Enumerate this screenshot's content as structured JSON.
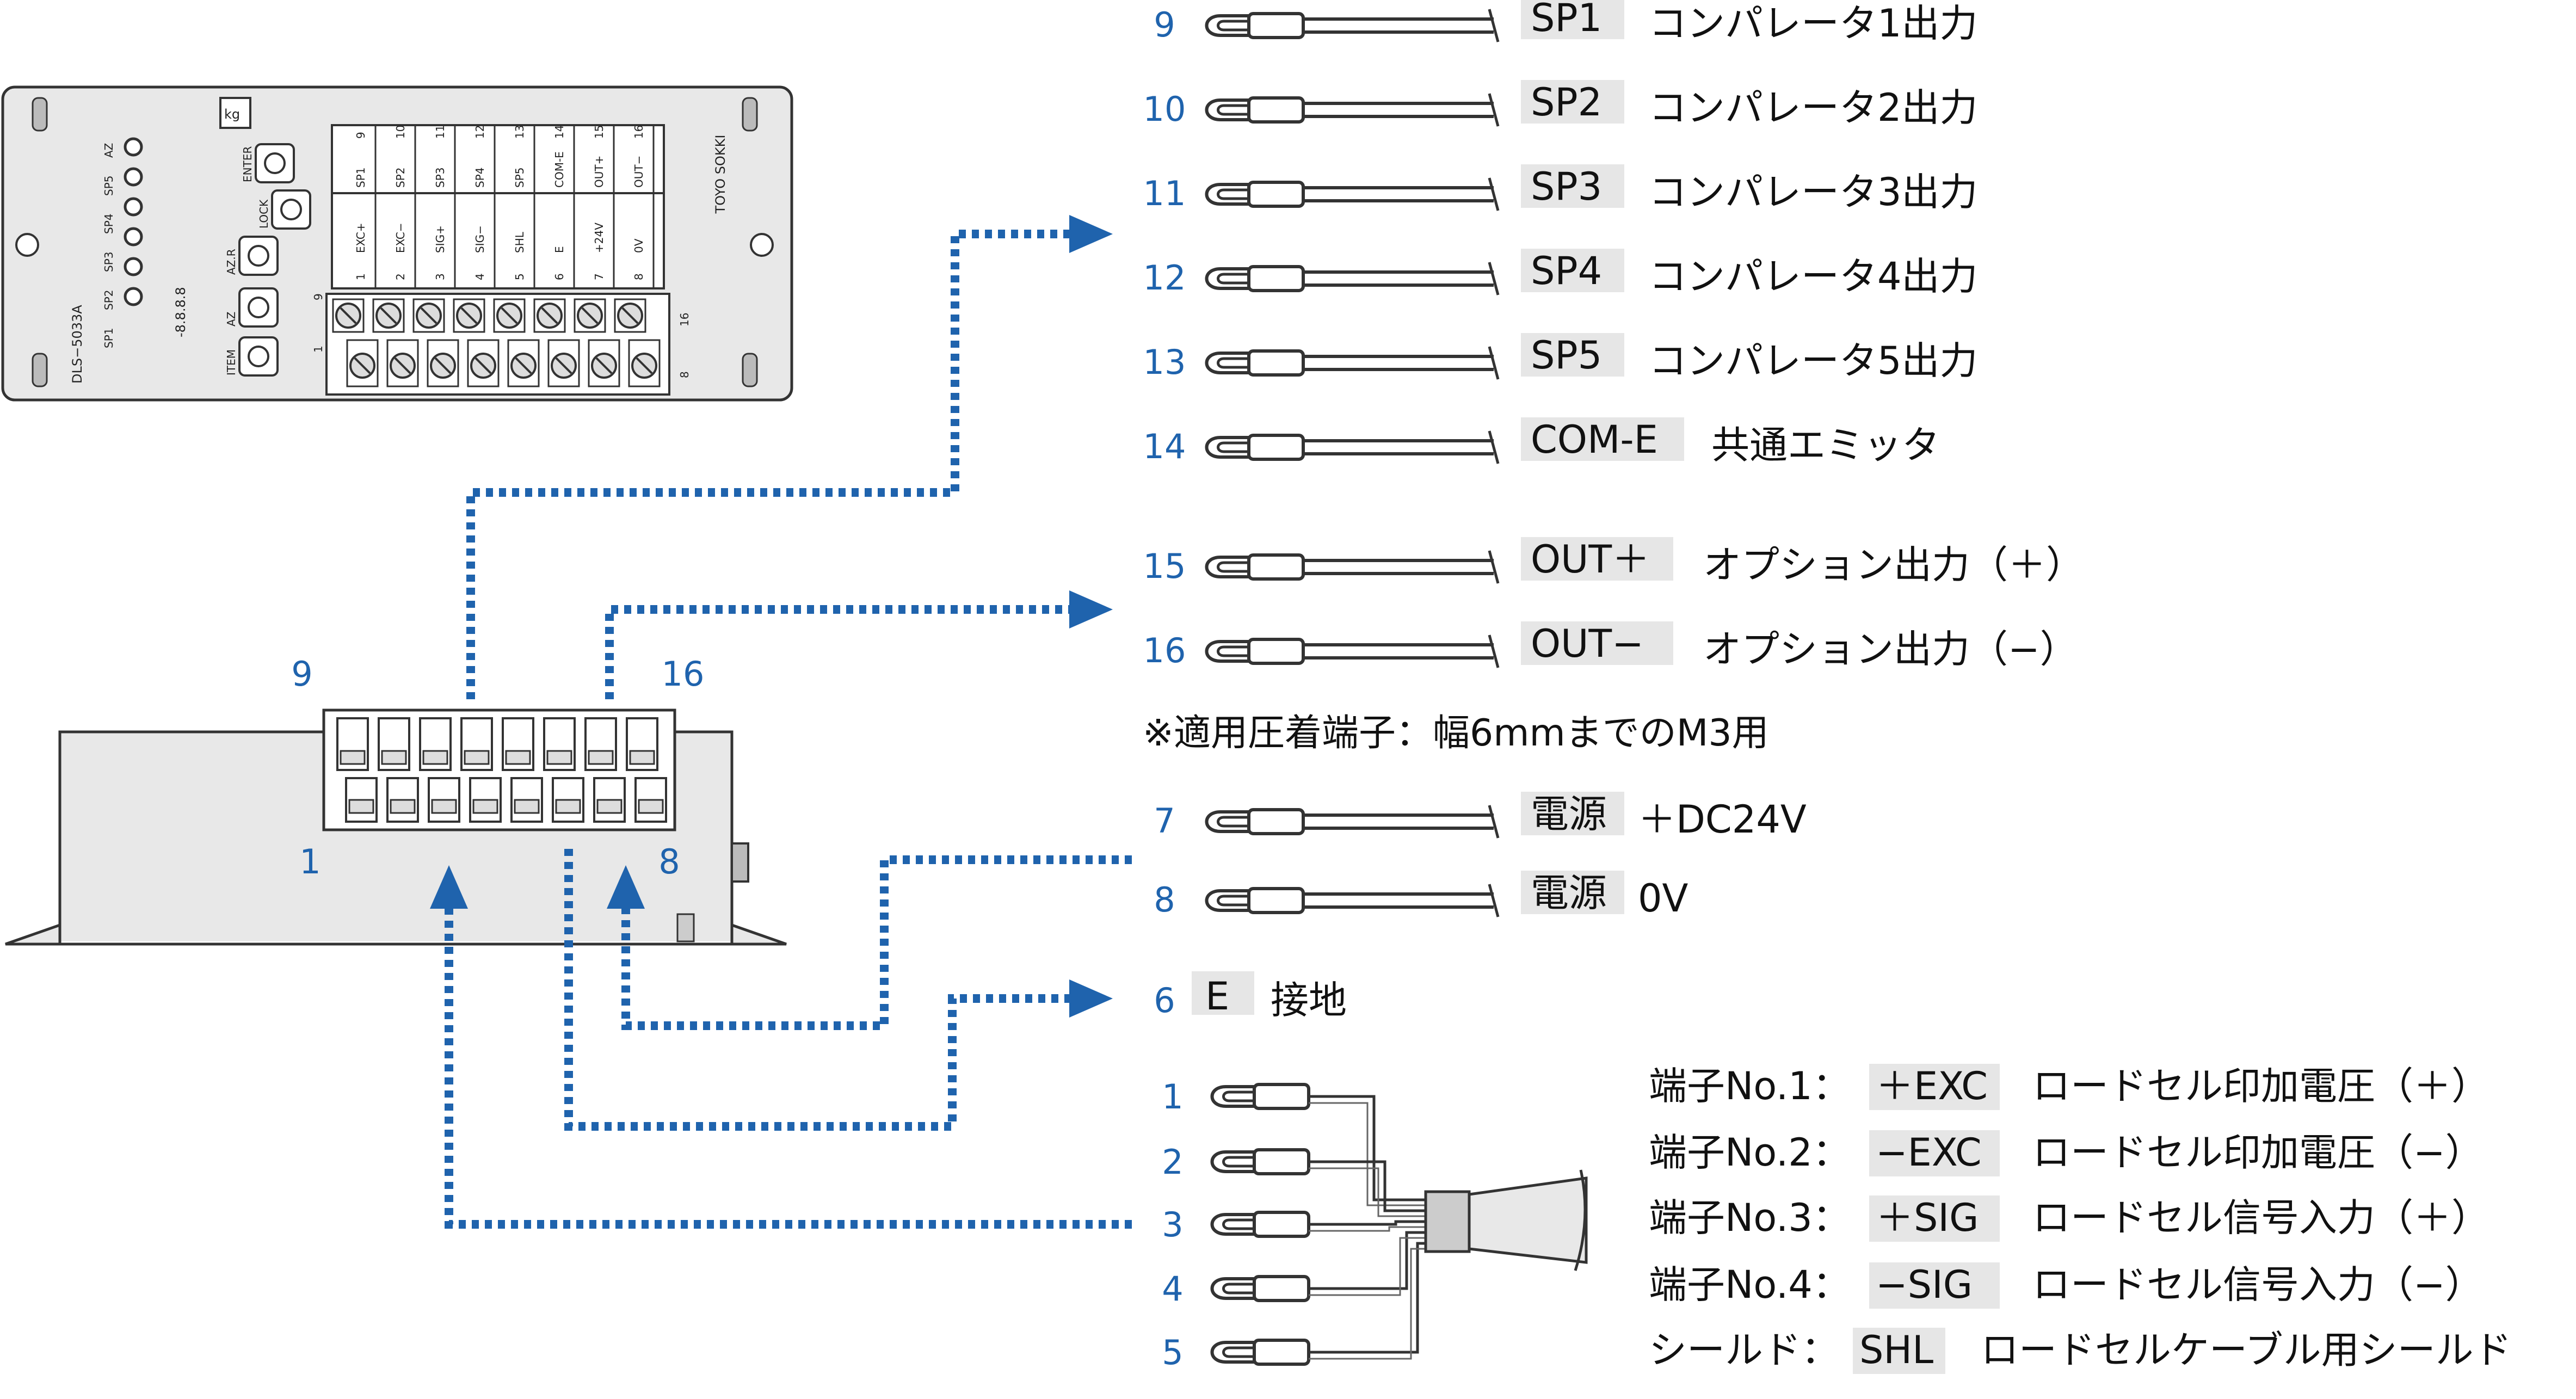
{
  "device": {
    "model": "DLS−5033A",
    "brand": "TOYO SOKKI",
    "unit": "kg",
    "display": "-8.8.8.8",
    "status_leds": [
      "SP1",
      "SP2",
      "SP3",
      "SP4",
      "SP5",
      "AZ"
    ],
    "keys": [
      {
        "name": "ITEM",
        "icon": "refresh-icon"
      },
      {
        "name": "AZ",
        "icon": "triangle-up-icon"
      },
      {
        "name": "AZ.R",
        "icon": "triangle-icon"
      },
      {
        "name": "LOCK",
        "icon": "esc-icon"
      },
      {
        "name": "ENTER",
        "icon": "enter-icon"
      }
    ],
    "top_terminals": [
      {
        "no": "9",
        "label": "SP1"
      },
      {
        "no": "10",
        "label": "SP2"
      },
      {
        "no": "11",
        "label": "SP3"
      },
      {
        "no": "12",
        "label": "SP4"
      },
      {
        "no": "13",
        "label": "SP5"
      },
      {
        "no": "14",
        "label": "COM-E"
      },
      {
        "no": "15",
        "label": "OUT+"
      },
      {
        "no": "16",
        "label": "OUT−"
      }
    ],
    "bottom_terminals": [
      {
        "no": "1",
        "label": "EXC+"
      },
      {
        "no": "2",
        "label": "EXC−"
      },
      {
        "no": "3",
        "label": "SIG+"
      },
      {
        "no": "4",
        "label": "SIG−"
      },
      {
        "no": "5",
        "label": "SHL"
      },
      {
        "no": "6",
        "label": "E"
      },
      {
        "no": "7",
        "label": "+24V"
      },
      {
        "no": "8",
        "label": "0V"
      }
    ],
    "block_labels": {
      "top_left": "9",
      "top_right": "16",
      "bottom_left": "1",
      "bottom_right": "8"
    }
  },
  "side_view": {
    "label_top_left": "9",
    "label_top_right": "16",
    "label_bottom_left": "1",
    "label_bottom_right": "8"
  },
  "outputs": [
    {
      "no": "9",
      "tag": "SP1",
      "desc": "コンパレータ1出力"
    },
    {
      "no": "10",
      "tag": "SP2",
      "desc": "コンパレータ2出力"
    },
    {
      "no": "11",
      "tag": "SP3",
      "desc": "コンパレータ3出力"
    },
    {
      "no": "12",
      "tag": "SP4",
      "desc": "コンパレータ4出力"
    },
    {
      "no": "13",
      "tag": "SP5",
      "desc": "コンパレータ5出力"
    },
    {
      "no": "14",
      "tag": "COM-E",
      "desc": "共通エミッタ"
    }
  ],
  "option_outputs": [
    {
      "no": "15",
      "tag": "OUT＋",
      "desc": "オプション出力（＋）"
    },
    {
      "no": "16",
      "tag": "OUT−",
      "desc": "オプション出力（−）"
    }
  ],
  "note": "※適用圧着端子：幅6mmまでのM3用",
  "power": [
    {
      "no": "7",
      "tag": "電源",
      "desc": "＋DC24V"
    },
    {
      "no": "8",
      "tag": "電源",
      "desc": "0V"
    }
  ],
  "ground": {
    "no": "6",
    "tag": "E",
    "desc": "接地"
  },
  "loadcell": {
    "nums": [
      "1",
      "2",
      "3",
      "4",
      "5"
    ],
    "lines": [
      {
        "prefix": "端子No.1：",
        "tag": "＋EXC",
        "desc": "ロードセル印加電圧（＋）"
      },
      {
        "prefix": "端子No.2：",
        "tag": "−EXC",
        "desc": "ロードセル印加電圧（−）"
      },
      {
        "prefix": "端子No.3：",
        "tag": "＋SIG",
        "desc": "ロードセル信号入力（＋）"
      },
      {
        "prefix": "端子No.4：",
        "tag": "−SIG",
        "desc": "ロードセル信号入力（−）"
      },
      {
        "prefix": "シールド：",
        "tag": "SHL",
        "desc": "ロードセルケーブル用シールド"
      }
    ]
  },
  "colors": {
    "accent": "#1f63ad",
    "tag_bg": "#e6e6e6",
    "panel": "#e8e8e8",
    "line": "#333333"
  }
}
